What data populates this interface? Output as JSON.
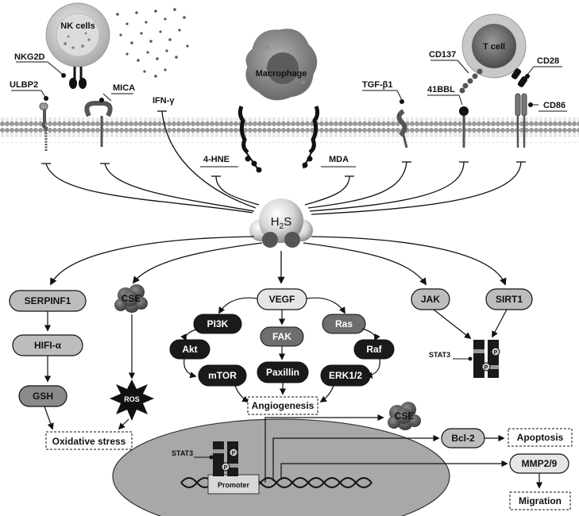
{
  "cells": {
    "nk": "NK cells",
    "macrophage": "Macrophage",
    "tcell": "T cell"
  },
  "membrane_labels": {
    "nkg2d": "NKG2D",
    "ulbp2": "ULBP2",
    "mica": "MICA",
    "ifn": "IFN-γ",
    "hne": "4-HNE",
    "mda": "MDA",
    "tgf": "TGF-β1",
    "bbl41": "41BBL",
    "cd137": "CD137",
    "cd28": "CD28",
    "cd86": "CD86"
  },
  "center": {
    "h2s_main": "H",
    "h2s_sub": "2",
    "h2s_end": "S"
  },
  "left_chain": {
    "serpinf1": "SERPINF1",
    "hif": "HIFI-α",
    "gsh": "GSH",
    "cse": "CSE",
    "ros": "ROS",
    "oxidative": "Oxidative stress"
  },
  "middle_chain": {
    "vegf": "VEGF",
    "pi3k": "PI3K",
    "fak": "FAK",
    "ras": "Ras",
    "akt": "Akt",
    "raf": "Raf",
    "mtor": "mTOR",
    "paxillin": "Paxillin",
    "erk": "ERK1/2",
    "angiogenesis": "Angiogenesis"
  },
  "right_chain": {
    "jak": "JAK",
    "sirt1": "SIRT1",
    "stat3": "STAT3",
    "p": "P"
  },
  "nucleus": {
    "stat3": "STAT3",
    "promoter": "Promoter",
    "p": "P",
    "cse": "CSE",
    "bcl2": "Bcl-2",
    "apoptosis": "Apoptosis",
    "mmp": "MMP2/9",
    "migration": "Migration"
  }
}
